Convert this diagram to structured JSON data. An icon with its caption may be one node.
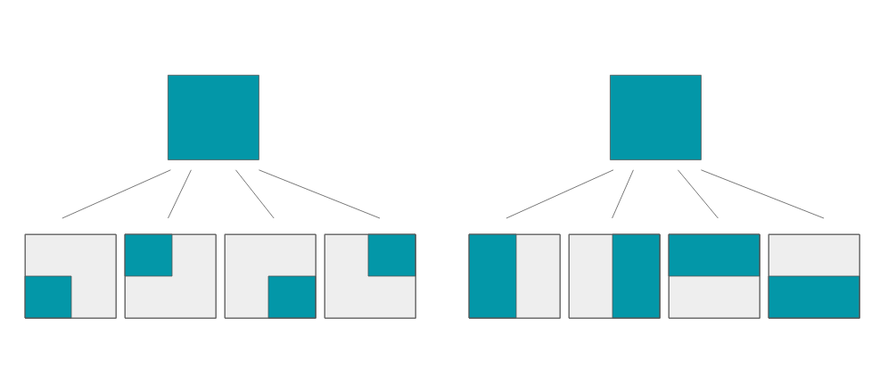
{
  "diagram": {
    "nodes": [
      {
        "text": [],
        "shape": "box"
      },
      {
        "text": [],
        "shape": "box"
      },
      {
        "text": [],
        "shape": "box"
      },
      {
        "text": [],
        "shape": "box"
      },
      {
        "text": [],
        "shape": "box"
      },
      {
        "text": [],
        "shape": "box"
      },
      {
        "text": [],
        "shape": "box"
      },
      {
        "text": [],
        "shape": "box"
      },
      {
        "text": [],
        "shape": "box"
      },
      {
        "text": [],
        "shape": "box"
      }
    ],
    "edges": [
      {
        "from": 0,
        "to": 2,
        "arrow": "none"
      },
      {
        "from": 0,
        "to": 3,
        "arrow": "none"
      },
      {
        "from": 0,
        "to": 4,
        "arrow": "none"
      },
      {
        "from": 0,
        "to": 5,
        "arrow": "none"
      },
      {
        "from": 1,
        "to": 6,
        "arrow": "none"
      },
      {
        "from": 1,
        "to": 7,
        "arrow": "none"
      },
      {
        "from": 1,
        "to": 8,
        "arrow": "none"
      },
      {
        "from": 1,
        "to": 9,
        "arrow": "none"
      }
    ]
  }
}
